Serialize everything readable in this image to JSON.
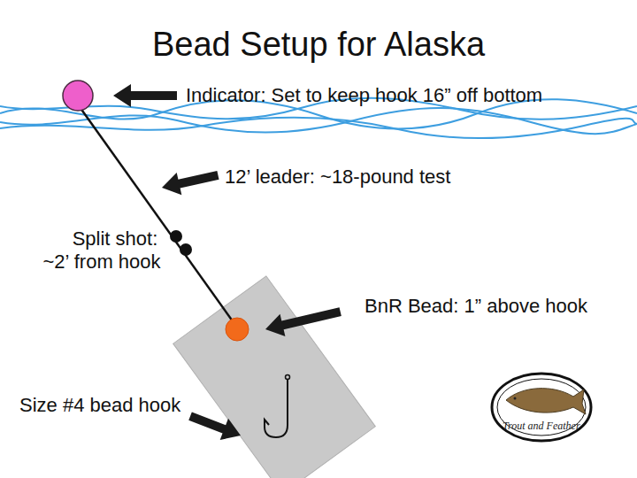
{
  "diagram": {
    "title": "Bead Setup for Alaska",
    "labels": [
      "Indicator: Set to keep hook 16” off bottom",
      "12’ leader: ~18-pound test",
      "Split shot: ~2’ from hook",
      "BnR Bead: 1” above hook",
      "Size #4 bead hook",
      "Trout and Feather"
    ]
  }
}
